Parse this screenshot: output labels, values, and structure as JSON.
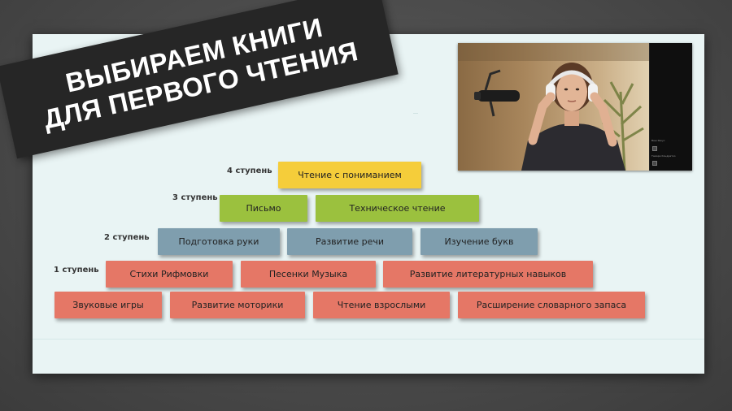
{
  "banner": {
    "line1": "ВЫБИРАЕМ КНИГИ",
    "line2": "ДЛЯ ПЕРВОГО ЧТЕНИЯ"
  },
  "colors": {
    "yellow": "#f5cd3a",
    "green": "#9bc13e",
    "blue": "#7f9eae",
    "red": "#e57766",
    "banner": "#262626"
  },
  "pyramid": {
    "step4": {
      "label": "4 ступень",
      "items": [
        "Чтение с пониманием"
      ]
    },
    "step3": {
      "label": "3 ступень",
      "items": [
        "Письмо",
        "Техническое чтение"
      ]
    },
    "step2": {
      "label": "2 ступень",
      "items": [
        "Подготовка руки",
        "Развитие речи",
        "Изучение букв"
      ]
    },
    "step1": {
      "label": "1 ступень",
      "row_top": [
        "Стихи Рифмовки",
        "Песенки Музыка",
        "Развитие литературных навыков"
      ],
      "row_bottom": [
        "Звуковые игры",
        "Развитие моторики",
        "Чтение взрослыми",
        "Расширение словарного запаса"
      ]
    }
  },
  "video": {
    "panel_lines": [
      "Ваш Ракус",
      "Тамара Кондратко"
    ]
  }
}
